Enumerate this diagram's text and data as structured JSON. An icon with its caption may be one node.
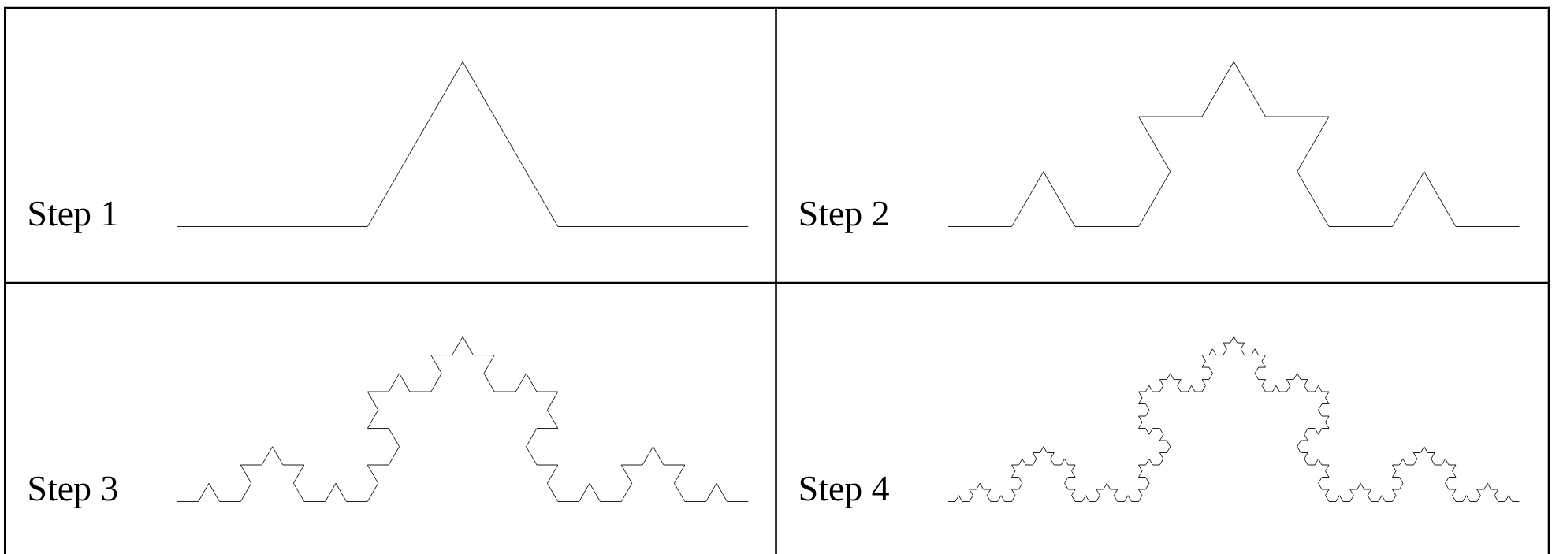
{
  "diagram": {
    "labels": [
      "Step 1",
      "Step 2",
      "Step 3",
      "Step 4"
    ]
  }
}
